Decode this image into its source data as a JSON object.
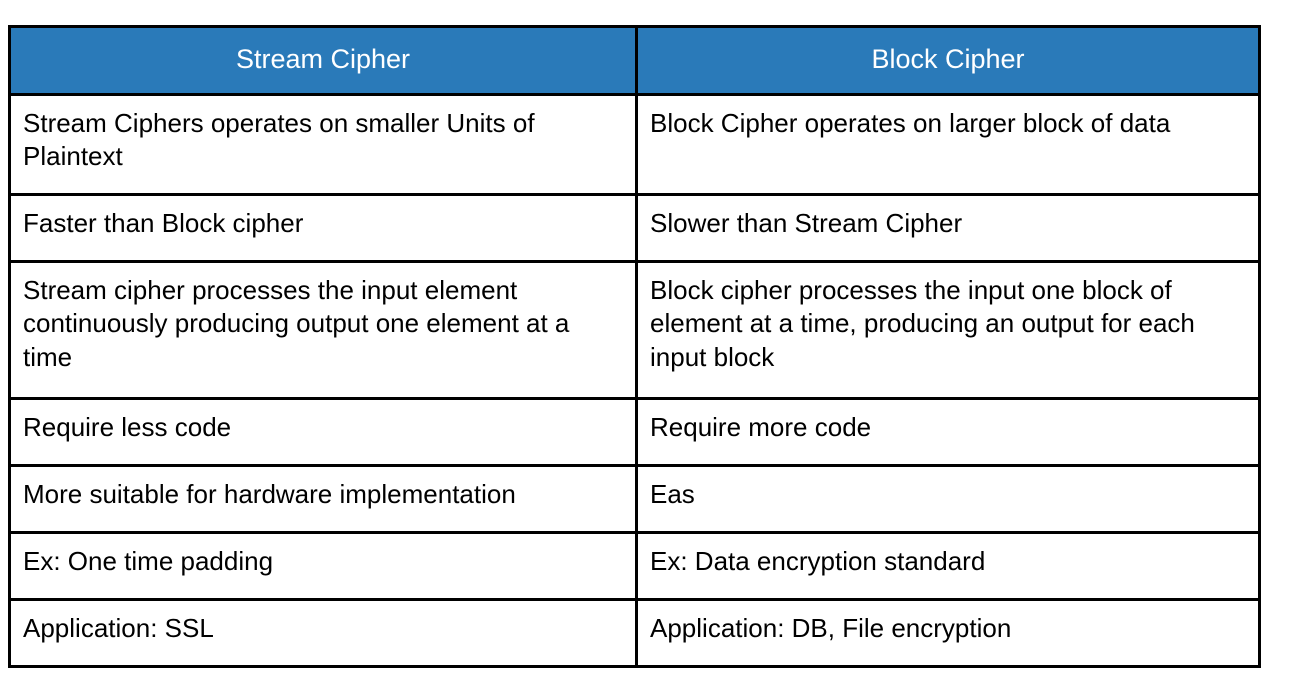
{
  "table": {
    "name": "stream-cipher-vs-block-cipher-comparison",
    "header_bg_color": "#2a7ab9",
    "header_text_color": "#ffffff",
    "border_color": "#000000",
    "body_bg_color": "#ffffff",
    "body_text_color": "#000000",
    "columns": [
      {
        "key": "stream",
        "label": "Stream Cipher"
      },
      {
        "key": "block",
        "label": "Block Cipher"
      }
    ],
    "rows": [
      {
        "stream": "Stream Ciphers operates on smaller Units of Plaintext",
        "block": "Block Cipher operates on larger block of data"
      },
      {
        "stream": "Faster than Block cipher",
        "block": "Slower than Stream Cipher"
      },
      {
        "stream": "Stream cipher processes the input element continuously producing output one element at a time",
        "block": "Block cipher processes the input one block of element at a time, producing an output for each input block"
      },
      {
        "stream": "Require less code",
        "block": "Require more code"
      },
      {
        "stream": "More suitable for hardware implementation",
        "block": "Eas"
      },
      {
        "stream": "Ex: One time padding",
        "block": "Ex: Data encryption standard"
      },
      {
        "stream": "Application: SSL",
        "block": "Application: DB, File encryption"
      }
    ]
  }
}
